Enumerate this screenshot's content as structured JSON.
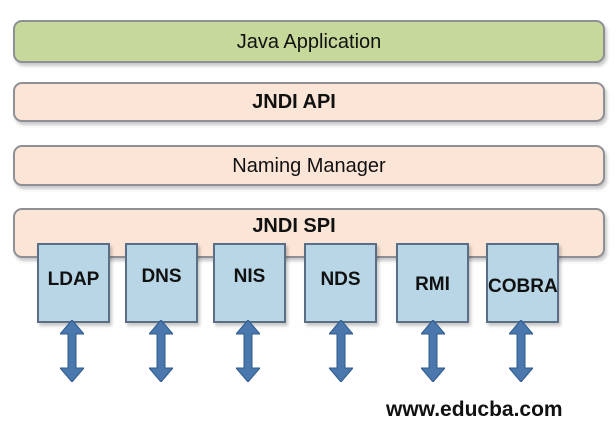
{
  "colors": {
    "application_fill": "#c6d89a",
    "layer_fill": "#fbe5d6",
    "provider_fill": "#b8d6e6",
    "arrow_fill": "#4a78ad"
  },
  "layers": {
    "application": "Java Application",
    "api": "JNDI API",
    "naming_manager": "Naming Manager",
    "spi": "JNDI SPI"
  },
  "providers": [
    "LDAP",
    "DNS",
    "NIS",
    "NDS",
    "RMI",
    "COBRA"
  ],
  "watermark": "www.educba.com"
}
